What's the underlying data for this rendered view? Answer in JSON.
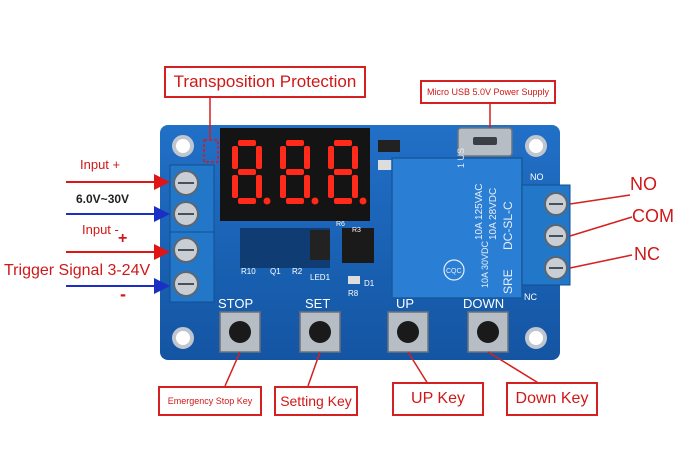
{
  "callouts": {
    "transposition": "Transposition Protection",
    "usb": "Micro USB 5.0V Power Supply",
    "estop": "Emergency Stop Key",
    "setting": "Setting Key",
    "up": "UP Key",
    "down": "Down Key"
  },
  "left_labels": {
    "input_plus": "Input +",
    "voltage": "6.0V~30V",
    "input_minus": "Input -",
    "plus_sign": "+",
    "trigger": "Trigger Signal 3-24V",
    "minus_sign": "-"
  },
  "right_labels": {
    "no": "NO",
    "com": "COM",
    "nc": "NC"
  },
  "board_text": {
    "stop": "STOP",
    "set": "SET",
    "up": "UP",
    "down": "DOWN",
    "digit_display": "8.8.8.",
    "relay_brand": "SRE",
    "relay_model": "DC-SL-C",
    "relay_rating1": "10A 125VAC",
    "relay_rating2": "10A 28VDC",
    "relay_rating3": "10A 30VDC",
    "relay_pins": "1 US",
    "cqc": "CQC",
    "r10": "R10",
    "q1": "Q1",
    "r2": "R2",
    "led1": "LED1",
    "r8": "R8",
    "d1": "D1",
    "r6": "R6",
    "r3": "R3",
    "no_silk": "NO",
    "nc_silk": "NC"
  },
  "colors": {
    "board": "#1a5fb4",
    "terminal": "#2377c8",
    "callout_border": "#d42020",
    "arrow_red": "#e01414",
    "arrow_blue": "#1a2fc4",
    "display_segment": "#ff2a1a"
  }
}
